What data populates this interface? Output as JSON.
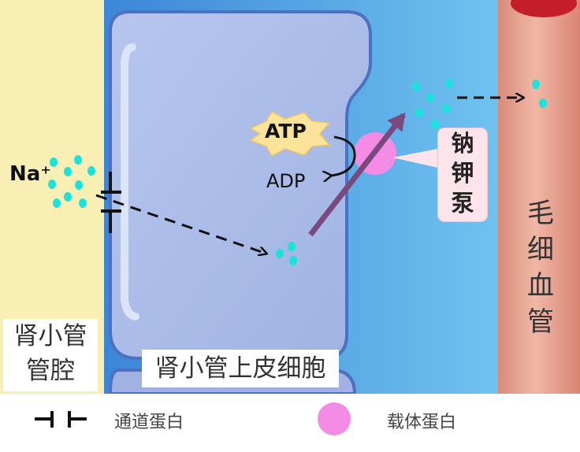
{
  "labels": {
    "ion": "Na⁺",
    "atp": "ATP",
    "adp": "ADP",
    "pump": [
      "钠",
      "钾",
      "泵"
    ],
    "lumen": [
      "肾小管",
      "管腔"
    ],
    "cell": "肾小管上皮细胞",
    "capillary": [
      "毛",
      "细",
      "血",
      "管"
    ]
  },
  "legend": {
    "channel_label": "通道蛋白",
    "carrier_label": "载体蛋白"
  },
  "colors": {
    "lumen": "#f9eeb3",
    "cell_fill": "#a6b8e6",
    "interstitial": "#5aaee8",
    "capillary": "#e39a86",
    "ion_dots": "#19e3da",
    "carrier": "#f48ce6",
    "transport_arrow": "#7a4a7e",
    "atp_star": "#fbe39a"
  },
  "icons": {
    "channel": "channel-protein-icon",
    "carrier": "carrier-protein-icon",
    "atp": "atp-star-icon"
  }
}
